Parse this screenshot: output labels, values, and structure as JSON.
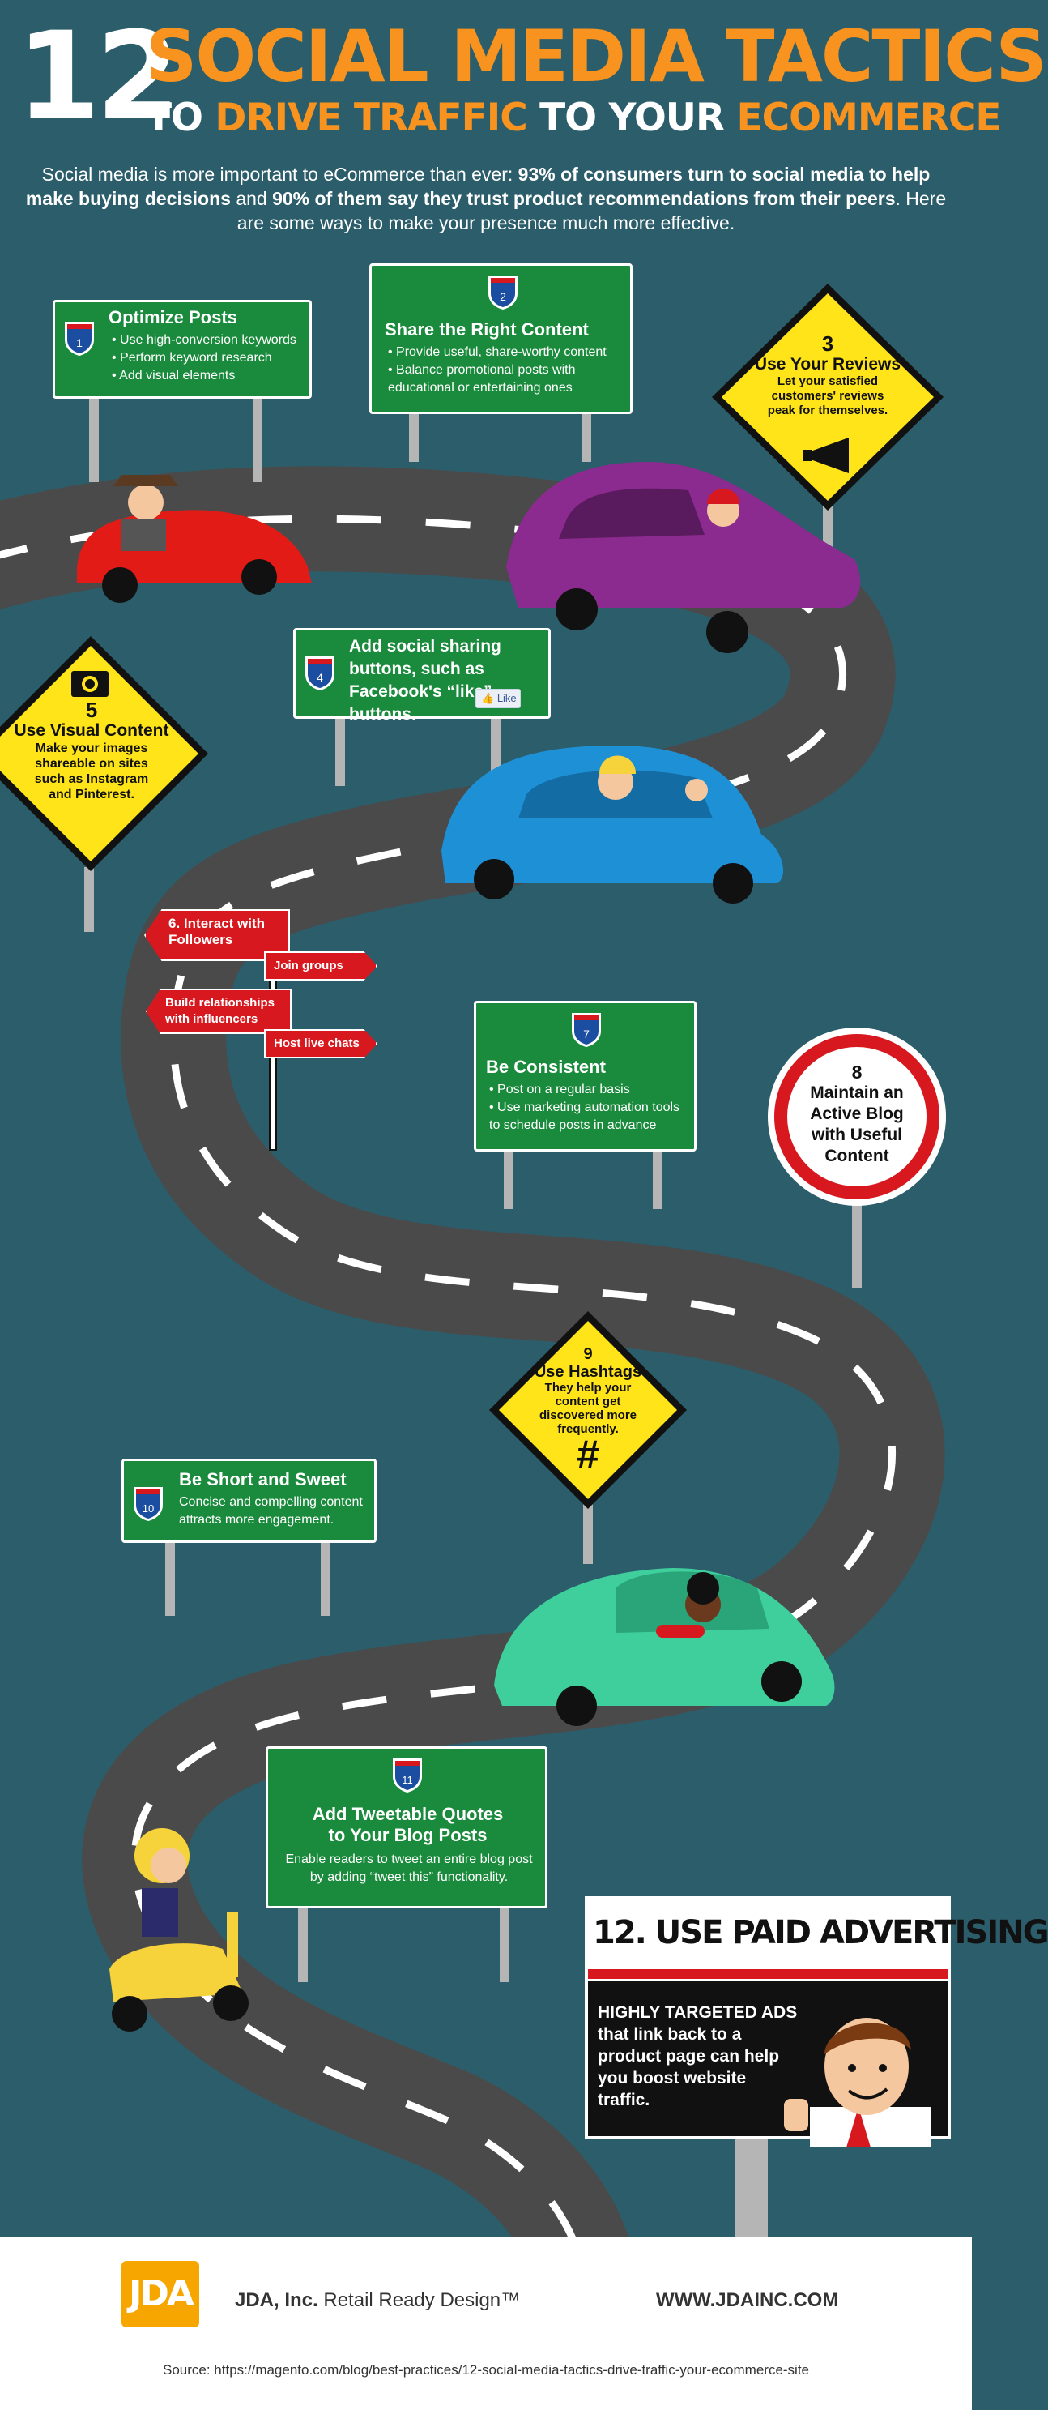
{
  "header": {
    "number": "12",
    "title_line1": "SOCIAL MEDIA TACTICS",
    "title_line2_w1": "TO ",
    "title_line2_w2": "DRIVE TRAFFIC",
    "title_line2_w3": " TO YOUR ",
    "title_line2_w4": "ECOMMERCE",
    "intro_a": "Social media is more important to eCommerce than ever: ",
    "intro_b": "93% of consumers turn to social media to help make buying decisions",
    "intro_c": " and ",
    "intro_d": "90% of them say they trust product recommendations from their peers",
    "intro_e": ". Here are some ways to make your presence much more effective."
  },
  "tactics": {
    "t1": {
      "num": "1",
      "title": "Optimize Posts",
      "items": [
        "Use high-conversion keywords",
        "Perform keyword research",
        "Add visual elements"
      ]
    },
    "t2": {
      "num": "2",
      "title": "Share the Right Content",
      "items": [
        "Provide useful, share-worthy content",
        "Balance promotional posts with educational or entertaining ones"
      ]
    },
    "t3": {
      "num": "3",
      "title": "Use Your Reviews",
      "desc": "Let your satisfied customers' reviews peak for themselves."
    },
    "t4": {
      "num": "4",
      "title": "Add social sharing buttons, such as  Facebook's “like” buttons.",
      "like": "Like"
    },
    "t5": {
      "num": "5",
      "title": "Use Visual Content",
      "desc": "Make your images shareable on sites such as Instagram and Pinterest."
    },
    "t6": {
      "num": "6.",
      "title": "Interact with Followers",
      "a1": "Join groups",
      "a2": "Build relationships with influencers",
      "a3": "Host live chats"
    },
    "t7": {
      "num": "7",
      "title": "Be Consistent",
      "items": [
        "Post on a regular basis",
        "Use marketing automation tools to schedule posts in advance"
      ]
    },
    "t8": {
      "num": "8",
      "title": "Maintain an Active Blog with Useful Content"
    },
    "t9": {
      "num": "9",
      "title": "Use Hashtags",
      "desc": "They help your content get discovered more frequently.",
      "symbol": "#"
    },
    "t10": {
      "num": "10",
      "title": "Be Short and Sweet",
      "desc": "Concise and compelling content attracts more engagement."
    },
    "t11": {
      "num": "11",
      "title": "Add Tweetable Quotes to Your Blog Posts",
      "desc": "Enable readers to tweet an entire blog post by adding “tweet this” functionality."
    },
    "t12": {
      "title": "12. USE PAID ADVERTISING",
      "desc": "HIGHLY TARGETED ADS that link back to a product page can help you boost website traffic."
    }
  },
  "footer": {
    "logo": "JDA",
    "company": "JDA, Inc.",
    "tagline": " Retail Ready Design™",
    "url": "WWW.JDAINC.COM",
    "source": "Source: https://magento.com/blog/best-practices/12-social-media-tactics-drive-traffic-your-ecommerce-site"
  },
  "colors": {
    "background": "#2c5d6b",
    "road": "#4a4a4a",
    "orange": "#f7931e",
    "sign_green": "#1a8b3c",
    "sign_yellow": "#ffe41a",
    "sign_red": "#d7191f"
  },
  "icons": [
    "interstate-shield-icon",
    "megaphone-icon",
    "camera-icon",
    "hashtag-icon",
    "facebook-like-icon"
  ]
}
